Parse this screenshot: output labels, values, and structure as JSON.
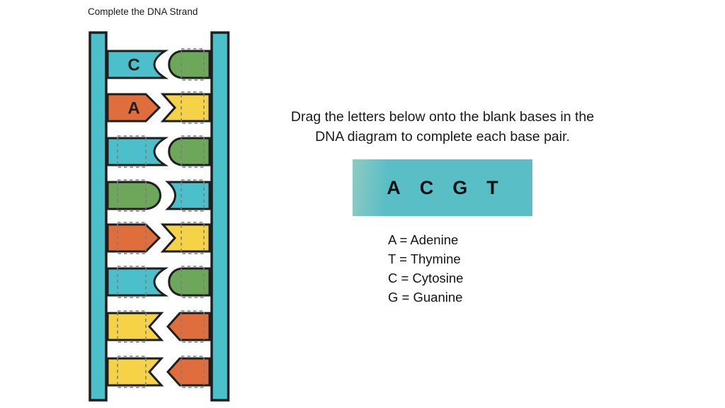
{
  "title": "Complete the DNA Strand",
  "instruction": {
    "line1": "Drag the letters below onto the blank bases in the",
    "line2": "DNA diagram to complete each base pair."
  },
  "letter_bank": {
    "letters": [
      "A",
      "C",
      "G",
      "T"
    ]
  },
  "legend": {
    "items": [
      "A = Adenine",
      "T = Thymine",
      "C = Cytosine",
      "G = Guanine"
    ]
  },
  "colors": {
    "cyan": "#4BC0CA",
    "green": "#6CA75A",
    "orange": "#DF6E3C",
    "yellow": "#F6D246",
    "outline": "#1E1E1E",
    "dash": "#7E7E7E",
    "bank_bg": "#5ABEC6",
    "label_text": "#1F1F1F"
  },
  "ladder": {
    "rows": [
      {
        "left": {
          "shape": "socketR",
          "color": "cyan",
          "label": "C",
          "blank": false
        },
        "right": {
          "shape": "pillL",
          "color": "green",
          "blank": true
        }
      },
      {
        "left": {
          "shape": "arrowR",
          "color": "orange",
          "label": "A",
          "blank": false
        },
        "right": {
          "shape": "notchL",
          "color": "yellow",
          "blank": true
        }
      },
      {
        "left": {
          "shape": "socketR",
          "color": "cyan",
          "blank": true
        },
        "right": {
          "shape": "pillL",
          "color": "green",
          "blank": true
        }
      },
      {
        "left": {
          "shape": "pillR",
          "color": "green",
          "blank": true
        },
        "right": {
          "shape": "socketL",
          "color": "cyan",
          "blank": true
        }
      },
      {
        "left": {
          "shape": "arrowR",
          "color": "orange",
          "blank": true
        },
        "right": {
          "shape": "notchL",
          "color": "yellow",
          "blank": true
        }
      },
      {
        "left": {
          "shape": "socketR",
          "color": "cyan",
          "blank": true
        },
        "right": {
          "shape": "pillL",
          "color": "green",
          "blank": true
        }
      },
      {
        "left": {
          "shape": "notchR",
          "color": "yellow",
          "blank": true
        },
        "right": {
          "shape": "arrowL",
          "color": "orange",
          "blank": true
        }
      },
      {
        "left": {
          "shape": "notchR",
          "color": "yellow",
          "blank": true
        },
        "right": {
          "shape": "arrowL",
          "color": "orange",
          "blank": true
        }
      }
    ]
  }
}
